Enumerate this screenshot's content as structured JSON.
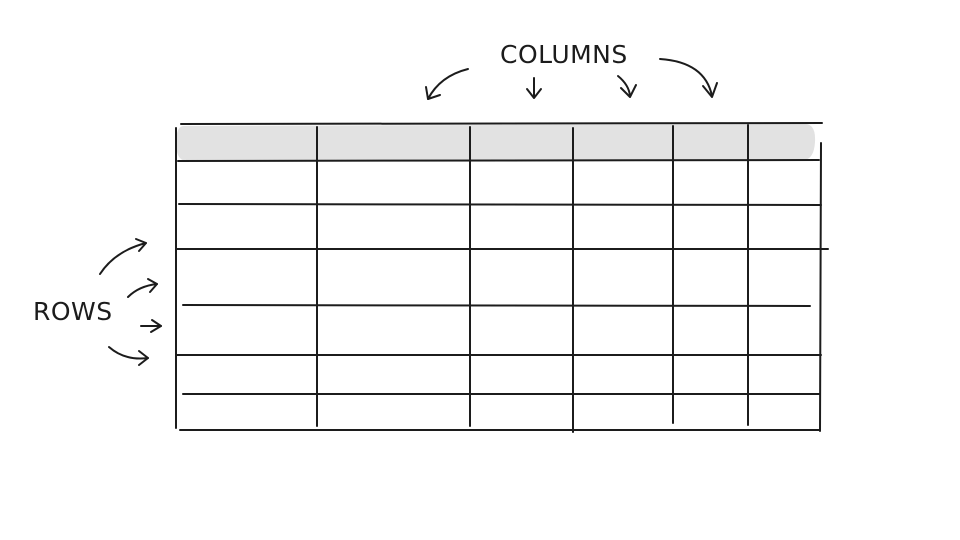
{
  "labels": {
    "columns": "COLUMNS",
    "rows": "ROWS"
  },
  "colors": {
    "ink": "#1c1c1c",
    "header_highlight": "#e2e2e2",
    "background": "#ffffff"
  },
  "table": {
    "column_count": 6,
    "row_count": 7,
    "header_row_highlighted": true
  },
  "arrows": {
    "columns_count": 4,
    "rows_count": 4
  }
}
